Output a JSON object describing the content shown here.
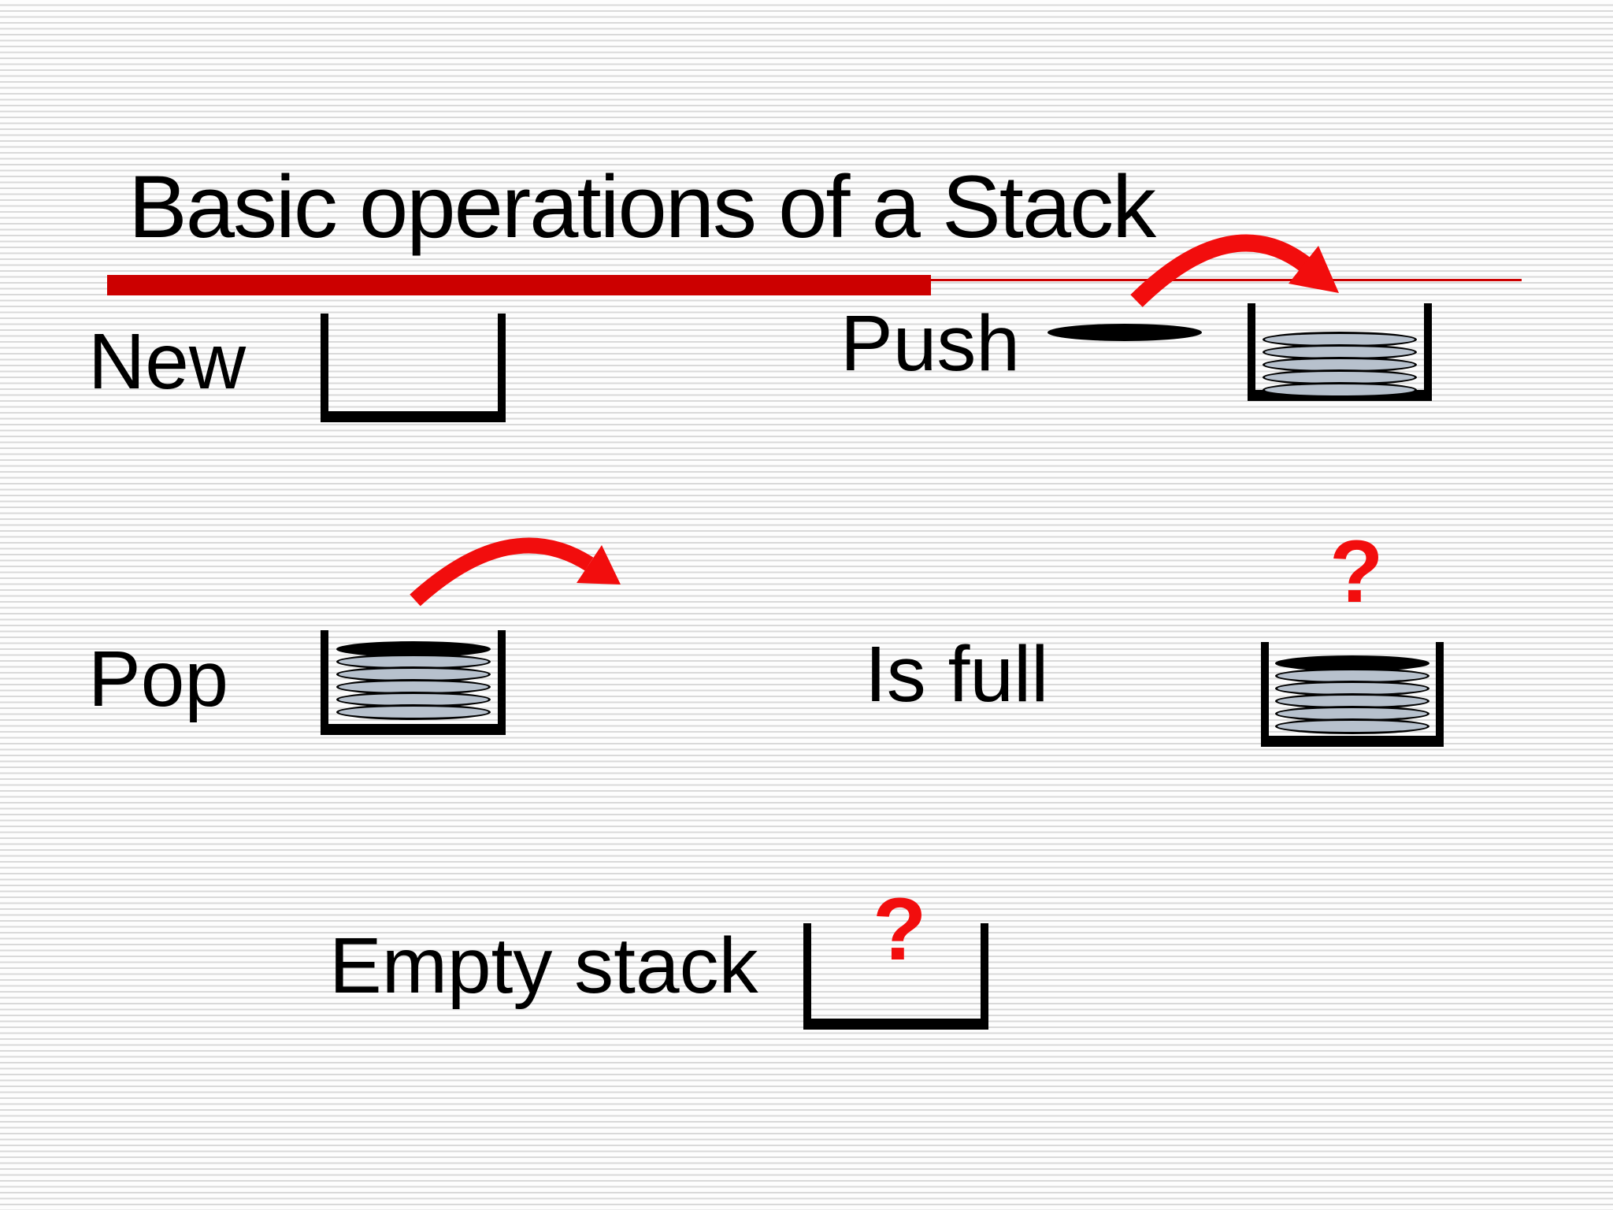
{
  "slide": {
    "title": "Basic operations of a Stack",
    "operations": {
      "new": {
        "label": "New"
      },
      "push": {
        "label": "Push"
      },
      "pop": {
        "label": "Pop"
      },
      "is_full": {
        "label": "Is full",
        "question_mark": "?"
      },
      "empty": {
        "label": "Empty stack",
        "question_mark": "?"
      }
    },
    "stacks": {
      "push": {
        "black_top_disk": false,
        "gray_disks": 5
      },
      "pop": {
        "black_top_disk": true,
        "gray_disks": 5
      },
      "is_full": {
        "black_top_disk": true,
        "gray_disks": 5
      }
    },
    "colors": {
      "bar_red": "#cc0000",
      "arrow_red": "#f20d0d",
      "disk_gray": "#b7c1cd",
      "stripe_gray": "#d9d9d9"
    }
  }
}
